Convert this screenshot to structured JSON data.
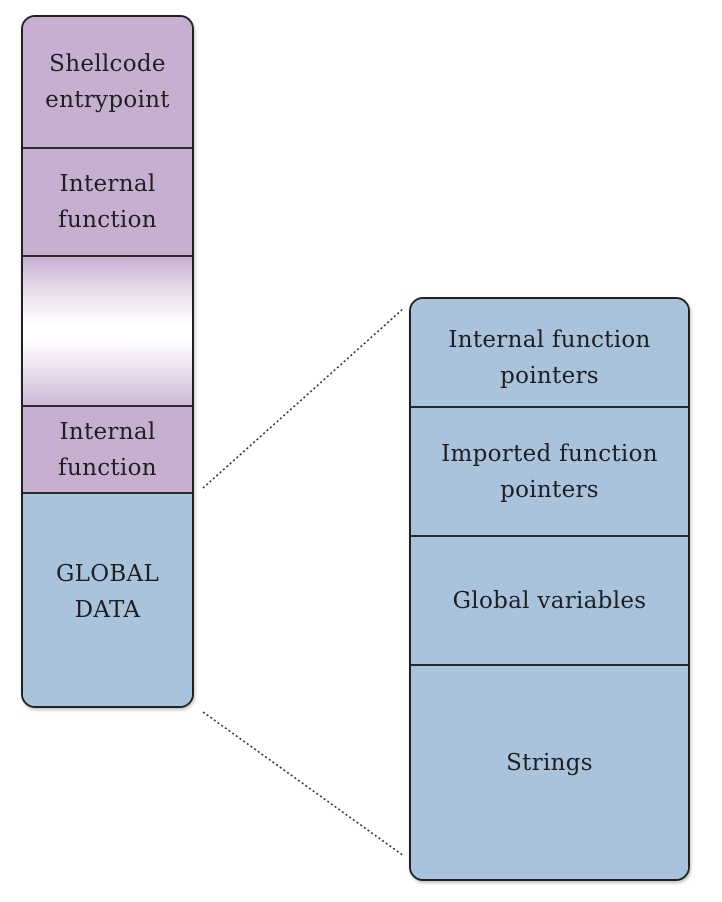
{
  "shellcode_column": {
    "blocks": [
      {
        "label": "Shellcode\nentrypoint"
      },
      {
        "label": "Internal\nfunction"
      },
      {
        "label": ""
      },
      {
        "label": "Internal\nfunction"
      },
      {
        "label": "GLOBAL\nDATA"
      }
    ]
  },
  "global_data_detail": {
    "blocks": [
      {
        "label": "Internal function\npointers"
      },
      {
        "label": "Imported function\npointers"
      },
      {
        "label": "Global variables"
      },
      {
        "label": "Strings"
      }
    ]
  },
  "colors": {
    "code_section": "#c7afd2",
    "data_section": "#a9c3dc",
    "border": "#222222"
  }
}
